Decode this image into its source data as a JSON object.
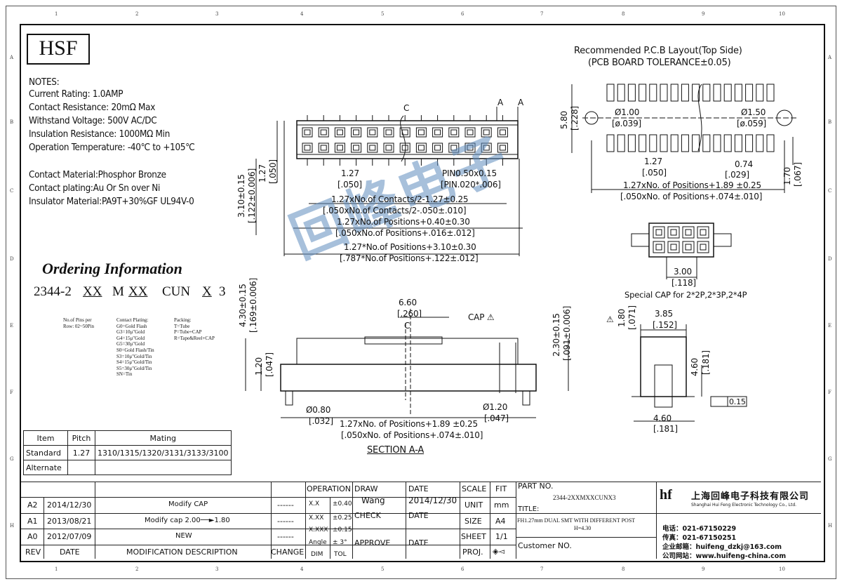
{
  "logo": "HSF",
  "notes": {
    "heading": "NOTES:",
    "lines": [
      "Current Rating: 1.0AMP",
      "Contact Resistance: 20mΩ Max",
      "Withstand Voltage: 500V AC/DC",
      "Insulation Resistance: 1000MΩ Min",
      "Operation Temperature: -40℃ to +105℃",
      "Contact Material:Phosphor Bronze",
      "Contact plating:Au Or Sn over Ni",
      "Insulator Material:PA9T+30%GF UL94V-0"
    ]
  },
  "ordering": {
    "title": "Ordering Information",
    "parts": [
      "2344-2",
      "XX",
      "M",
      "XX",
      "CUN",
      "X",
      "3"
    ],
    "pins_note": [
      "No.of Pins per",
      "Row: 02~50Pin"
    ],
    "plating": [
      "Contact Plating:",
      "G0=Gold Flash",
      "G3=10μ\"Gold",
      "G4=15μ\"Gold",
      "G5=30μ\"Gold",
      "S0=Gold Flash/Tin",
      "S3=10μ\"Gold/Tin",
      "S4=15μ\"Gold/Tin",
      "S5=30μ\"Gold/Tin",
      "SN=Tin"
    ],
    "packing": [
      "Packing:",
      "T=Tube",
      "P=Tube+CAP",
      "R=Tape&Reel+CAP"
    ]
  },
  "mating_table": {
    "headers": [
      "Item",
      "Pitch",
      "Mating"
    ],
    "rows": [
      [
        "Standard",
        "1.27",
        "1310/1315/1320/3131/3133/3100"
      ],
      [
        "Alternate",
        "",
        ""
      ]
    ]
  },
  "pcb_title": [
    "Recommended P.C.B Layout(Top Side)",
    "(PCB BOARD TOLERANCE±0.05)"
  ],
  "dims": {
    "d127a": "1.27",
    "d050a": "[.050]",
    "pin": "PIN0.50x0.15",
    "pin2": "[PIN.020*.006]",
    "c1": "1.27xNo.of Contacts/2-1.27±0.25",
    "c1b": "[.050xNo.of Contacts/2-.050±.010]",
    "c2": "1.27xNo.of Positions+0.40±0.30",
    "c2b": "[.050xNo.of Positions+.016±.012]",
    "c3": "1.27*No.of Positions+3.10±0.30",
    "c3b": "[.787*No.of Positions+.122±.012]",
    "v310": "3.10±0.15",
    "v310b": "[.122±0.006]",
    "v127": "1.27",
    "v050": "[.050]",
    "v430": "4.30±0.15",
    "v430b": "[.169±0.006]",
    "v120": "1.20",
    "v047": "[.047]",
    "w660": "6.60",
    "w260": "[.260]",
    "cap": "CAP",
    "v230": "2.30±0.15",
    "v230b": "[.091±0.006]",
    "d080": "Ø0.80",
    "d032": "[.032]",
    "d120": "Ø1.20",
    "d047": "[.047]",
    "b1": "1.27xNo. of Positions+1.89 ±0.25",
    "b1b": "[.050xNo. of Positions+.074±.010]",
    "section": "SECTION A-A",
    "p580": "5.80",
    "p228": "[.228]",
    "p100": "Ø1.00",
    "p039": "[ø.039]",
    "p150": "Ø1.50",
    "p059": "[ø.059]",
    "p127": "1.27",
    "p050": "[.050]",
    "p074": "0.74",
    "p029": "[.029]",
    "p170": "1.70",
    "p067": "[.067]",
    "p1": "1.27xNo. of Positions+1.89 ±0.25",
    "p1b": "[.050xNo. of Positions+.074±.010]",
    "s300": "3.00",
    "s118": "[.118]",
    "scap": "Special CAP for 2*2P,2*3P,2*4P",
    "r180": "1.80",
    "r071": "[.071]",
    "r385": "3.85",
    "r152": "[.152]",
    "r460": "4.60",
    "r181": "[.181]",
    "r460b": "4.60",
    "r181b": "[.181]",
    "flat": "0.15",
    "A": "A",
    "C": "C"
  },
  "title_block": {
    "revisions": [
      {
        "rev": "A2",
        "date": "2014/12/30",
        "desc": "Modify CAP",
        "change": "------"
      },
      {
        "rev": "A1",
        "date": "2013/08/21",
        "desc": "Modify cap 2.00──►1.80",
        "change": "------"
      },
      {
        "rev": "A0",
        "date": "2012/07/09",
        "desc": "NEW",
        "change": "------"
      }
    ],
    "rev_hdr": "REV",
    "date_hdr": "DATE",
    "desc_hdr": "MODIFICATION DESCRIPTION",
    "change_hdr": "CHANGE",
    "operation": "OPERATION",
    "tol": [
      [
        "X.X",
        "±0.40"
      ],
      [
        "X.XX",
        "±0.25"
      ],
      [
        "X.XXX",
        "±0.15"
      ],
      [
        "Angle",
        "± 3°"
      ]
    ],
    "dim": "DIM",
    "tolh": "TOL",
    "draw": "DRAW",
    "draw_name": "Wang",
    "date": "DATE",
    "draw_date": "2014/12/30",
    "check": "CHECK",
    "approve": "APPROVE",
    "scale": "SCALE",
    "fit": "FIT",
    "unit": "UNIT",
    "unit_v": "mm",
    "size": "SIZE",
    "size_v": "A4",
    "sheet": "SHEET",
    "sheet_v": "1/1",
    "proj": "PROJ.",
    "part_no_label": "PART NO.",
    "part_no": "2344-2XXMXXCUNX3",
    "title_label": "TITLE:",
    "title": "FH1.27mm DUAL SMT WITH DIFFERENT POST",
    "title2": "H=4.30",
    "customer": "Customer NO.",
    "company_cn": "上海回峰电子科技有限公司",
    "company_en": "Shanghai Hui Feng Electronic Technology Co., Ltd.",
    "tel": "电话：021-67150229",
    "fax": "传真：021-67150251",
    "email": "企业邮箱：huifeng_dzkj@163.com",
    "web": "公司网站：www.huifeng-china.com"
  },
  "watermark": "回峰电子"
}
